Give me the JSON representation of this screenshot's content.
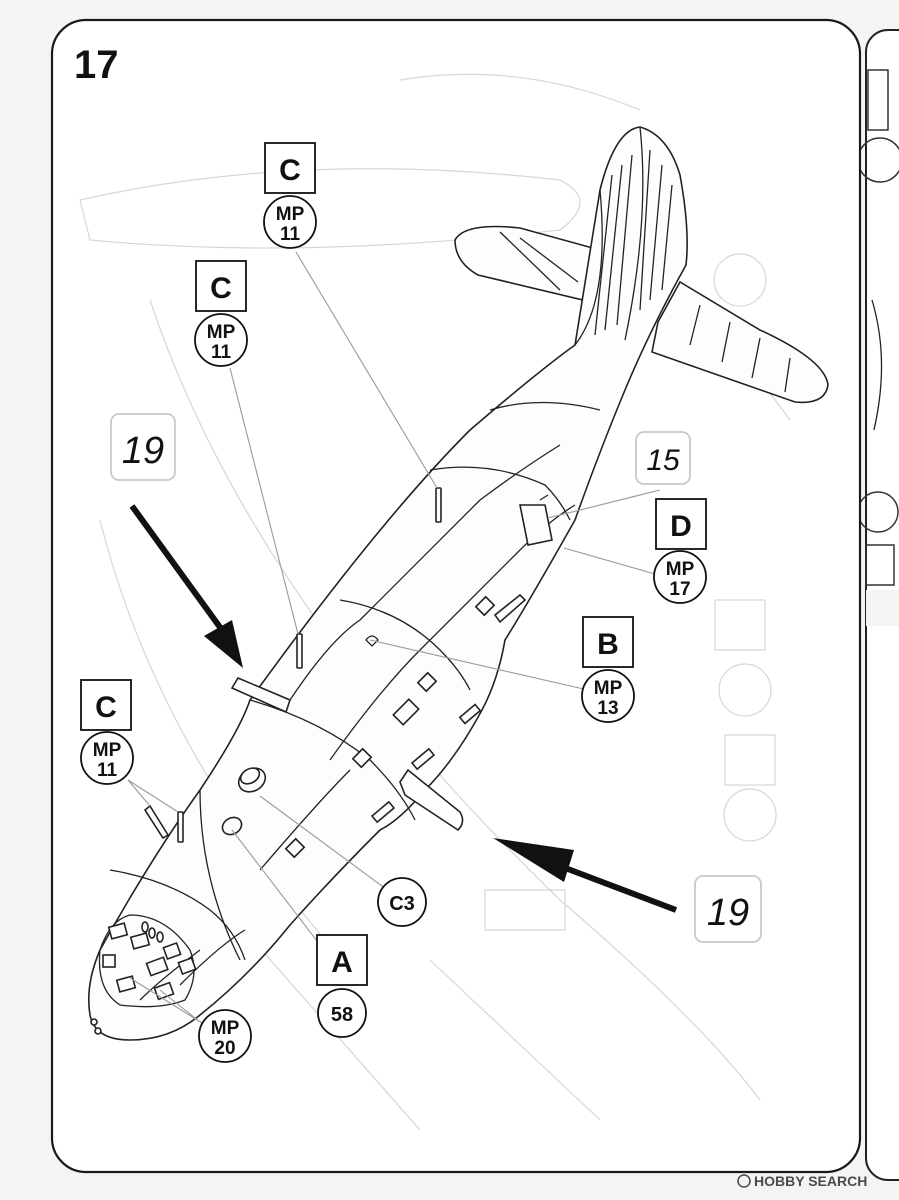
{
  "step": {
    "number": "17"
  },
  "callouts": [
    {
      "id": "c-top",
      "letter": "C",
      "code_line1": "MP",
      "code_line2": "11"
    },
    {
      "id": "c-mid",
      "letter": "C",
      "code_line1": "MP",
      "code_line2": "11"
    },
    {
      "id": "c-left",
      "letter": "C",
      "code_line1": "MP",
      "code_line2": "11"
    },
    {
      "id": "b",
      "letter": "B",
      "code_line1": "MP",
      "code_line2": "13"
    },
    {
      "id": "d",
      "letter": "D",
      "code_line1": "MP",
      "code_line2": "17"
    },
    {
      "id": "a",
      "letter": "A",
      "code_line1": "58",
      "code_line2": ""
    }
  ],
  "circles": {
    "c3": "C3",
    "mp20_line1": "MP",
    "mp20_line2": "20"
  },
  "references": {
    "left_19": "19",
    "right_19": "19",
    "step_15": "15"
  },
  "watermark": "HOBBY SEARCH",
  "colors": {
    "ink": "#111111",
    "paper": "#f4f4f2",
    "panel": "#ffffff",
    "ghost": "#d6d6d6"
  }
}
